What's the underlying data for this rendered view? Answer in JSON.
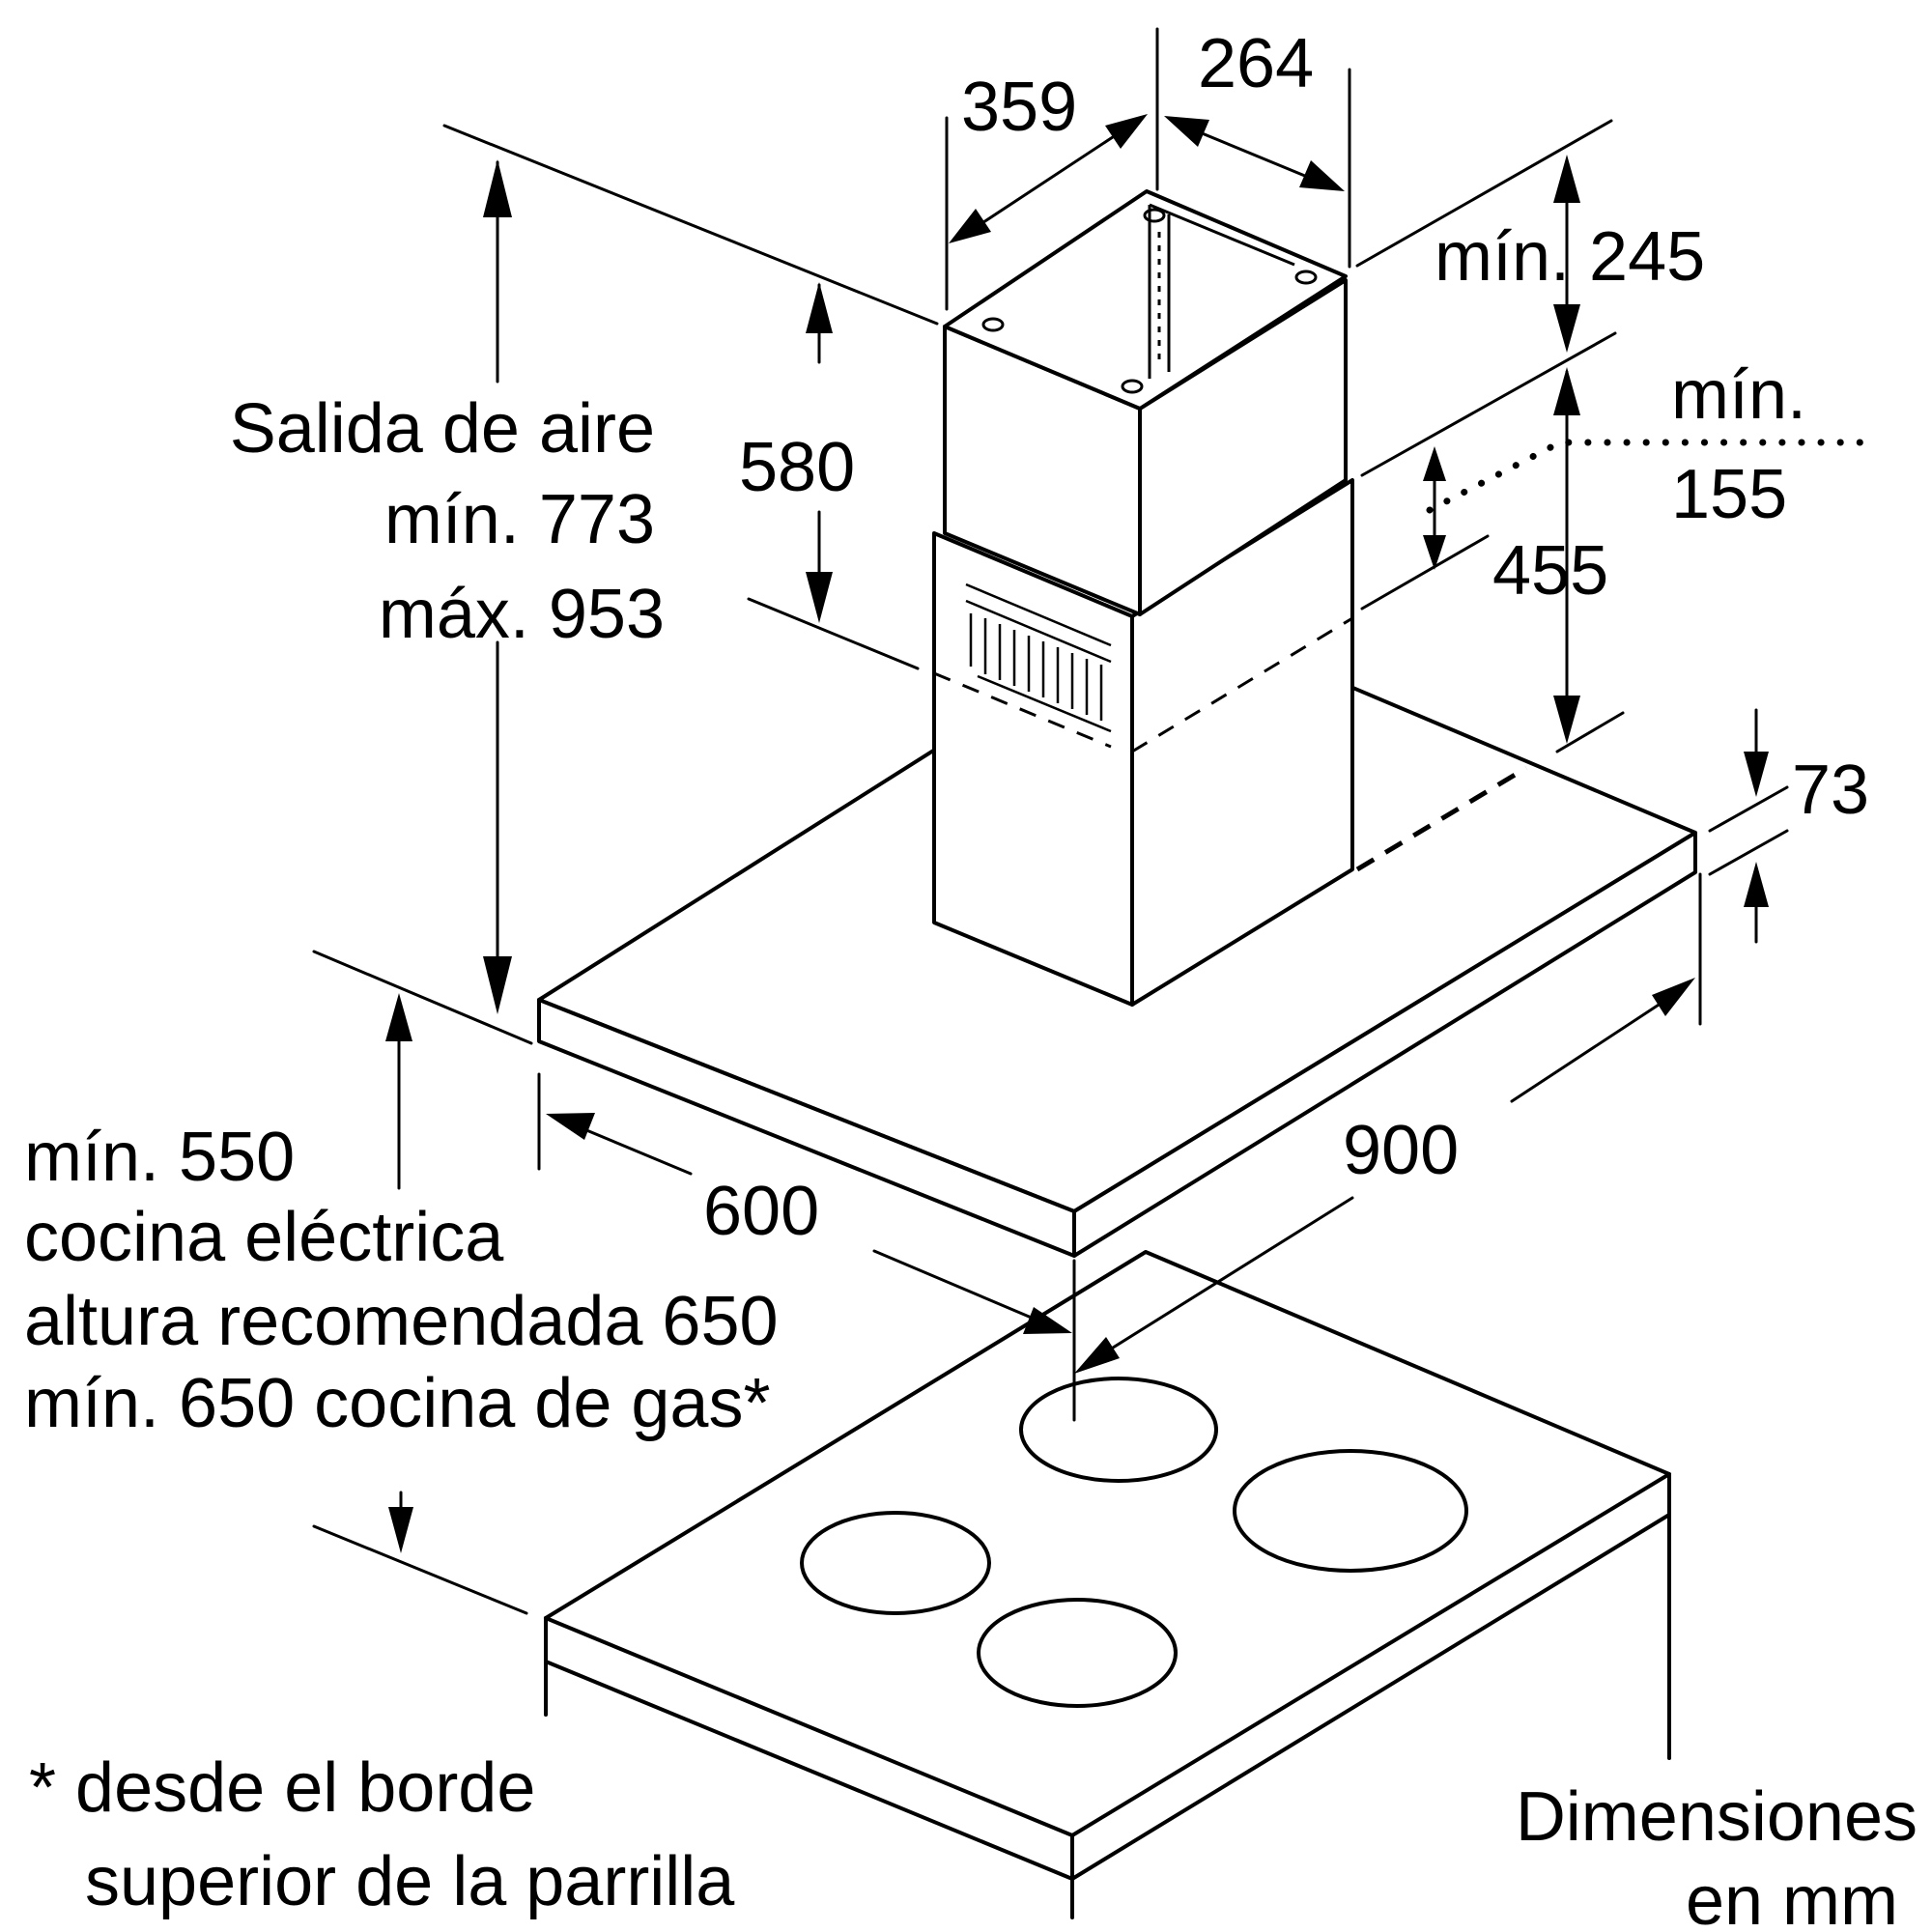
{
  "dimensions": {
    "chimney_width": "359",
    "chimney_depth": "264",
    "top_clearance": "mín. 245",
    "overlap_min_line1": "mín.",
    "overlap_min_line2": "155",
    "lower_duct": "455",
    "upper_duct": "580",
    "canopy_height": "73",
    "hood_depth": "600",
    "hood_width": "900"
  },
  "air_outlet": {
    "label": "Salida de aire",
    "min": "mín. 773",
    "max": "máx. 953"
  },
  "clearance": {
    "line1": "mín. 550",
    "line2": "cocina eléctrica",
    "line3": "altura recomendada 650",
    "line4": "mín. 650 cocina de gas*"
  },
  "footnote": {
    "line1": "* desde el borde",
    "line2": "superior de la parrilla"
  },
  "units": {
    "line1": "Dimensiones",
    "line2": "en mm"
  }
}
